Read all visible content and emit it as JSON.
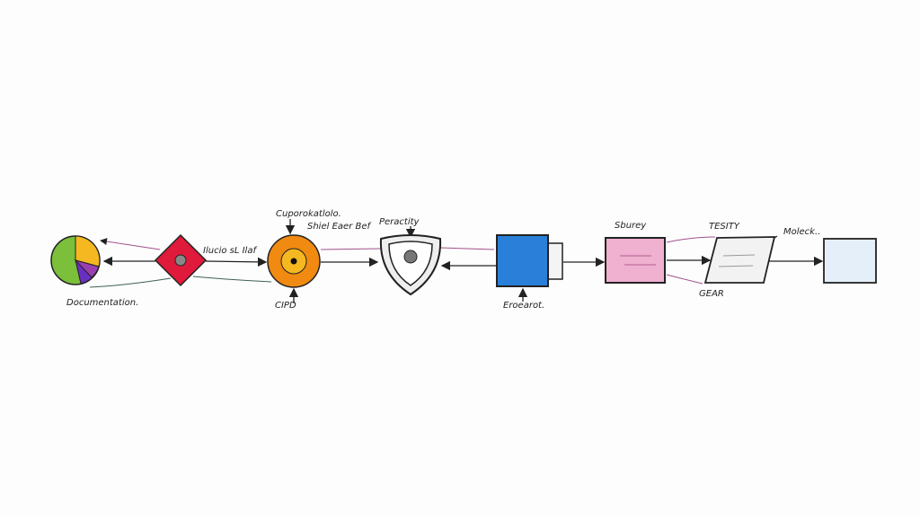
{
  "labels": {
    "documentation": "Documentation.",
    "diamond_note": "Ilucio sL Ilaf",
    "circle_top": "Cuporokatlolo.",
    "circle_side": "Shiel Eaer Bef",
    "circle_bottom": "CIPD",
    "shield": "Peractity",
    "blue_box": "Eroearot.",
    "pink_box": "Sburey",
    "parallelogram_top": "TESITY",
    "parallelogram_bottom": "GEAR",
    "last_box": "Moleck.."
  },
  "colors": {
    "pie_green": "#7bbf3a",
    "pie_yellow": "#f5b820",
    "pie_purple": "#6a2fc0",
    "diamond_red": "#e01a3a",
    "circle_orange": "#f08a10",
    "blue": "#2a7fd8",
    "pink": "#f0a0c8",
    "light_blue": "#d8e8f6"
  }
}
